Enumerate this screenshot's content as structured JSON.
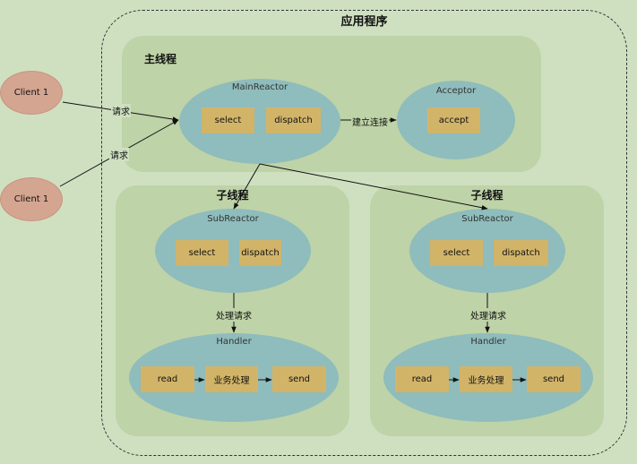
{
  "app": {
    "title": "应用程序"
  },
  "main": {
    "title": "主线程",
    "reactor": {
      "title": "MainReactor",
      "select": "select",
      "dispatch": "dispatch"
    },
    "acceptor": {
      "title": "Acceptor",
      "accept": "accept"
    },
    "connect_label": "建立连接"
  },
  "clients": [
    {
      "label": "Client 1",
      "request_label": "请求"
    },
    {
      "label": "Client 1",
      "request_label": "请求"
    }
  ],
  "workers": [
    {
      "title": "子线程",
      "subreactor": {
        "title": "SubReactor",
        "select": "select",
        "dispatch": "dispatch"
      },
      "process_label": "处理请求",
      "handler": {
        "title": "Handler",
        "read": "read",
        "business": "业务处理",
        "send": "send"
      }
    },
    {
      "title": "子线程",
      "subreactor": {
        "title": "SubReactor",
        "select": "select",
        "dispatch": "dispatch"
      },
      "process_label": "处理请求",
      "handler": {
        "title": "Handler",
        "read": "read",
        "business": "业务处理",
        "send": "send"
      }
    }
  ],
  "colors": {
    "background": "#cfe0c1",
    "panel": "#bed3a7",
    "ellipse": "#8fbcbc",
    "box": "#d2b469",
    "client": "#d4a590"
  }
}
